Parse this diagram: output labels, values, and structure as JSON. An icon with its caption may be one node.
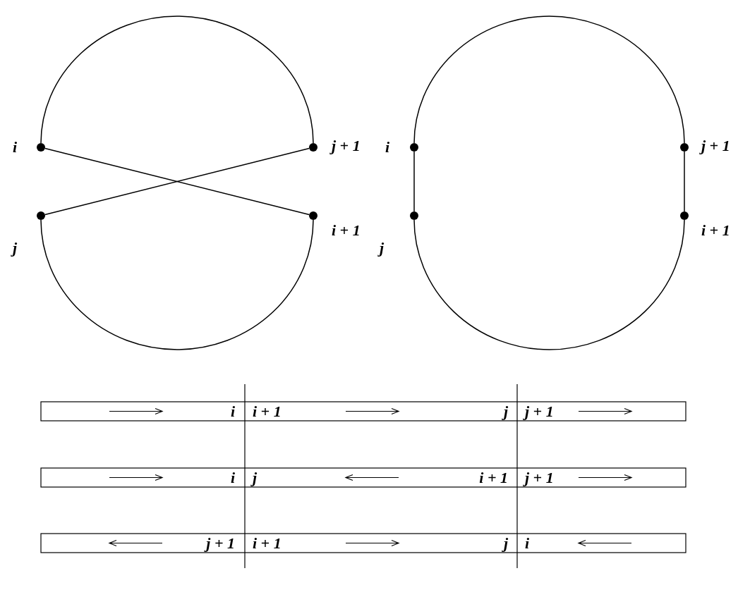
{
  "diagram": {
    "nodes": [
      {
        "text": [],
        "shape": "circle",
        "beside": [
          "i"
        ]
      },
      {
        "text": [],
        "shape": "circle",
        "beside": [
          "j + 1"
        ]
      },
      {
        "text": [],
        "shape": "circle",
        "beside": [
          "j"
        ]
      },
      {
        "text": [],
        "shape": "circle",
        "beside": [
          "i + 1"
        ]
      },
      {
        "text": [],
        "shape": "circle",
        "beside": [
          "i"
        ]
      },
      {
        "text": [],
        "shape": "circle",
        "beside": [
          "j + 1"
        ]
      },
      {
        "text": [],
        "shape": "circle",
        "beside": [
          "j"
        ]
      },
      {
        "text": [],
        "shape": "circle",
        "beside": [
          "i + 1"
        ]
      }
    ],
    "edges": [
      {
        "from": 0,
        "to": 1,
        "arrow": "none"
      },
      {
        "from": 2,
        "to": 3,
        "arrow": "none"
      },
      {
        "from": 0,
        "to": 3,
        "arrow": "none"
      },
      {
        "from": 2,
        "to": 1,
        "arrow": "none"
      },
      {
        "from": 4,
        "to": 5,
        "arrow": "none"
      },
      {
        "from": 6,
        "to": 7,
        "arrow": "none"
      },
      {
        "from": 4,
        "to": 6,
        "arrow": "none"
      },
      {
        "from": 5,
        "to": 7,
        "arrow": "none"
      }
    ],
    "labels": [
      "i",
      "i + 1",
      "j",
      "j + 1",
      "i",
      "j",
      "i + 1",
      "j + 1",
      "j + 1",
      "i + 1",
      "j",
      "i"
    ]
  }
}
